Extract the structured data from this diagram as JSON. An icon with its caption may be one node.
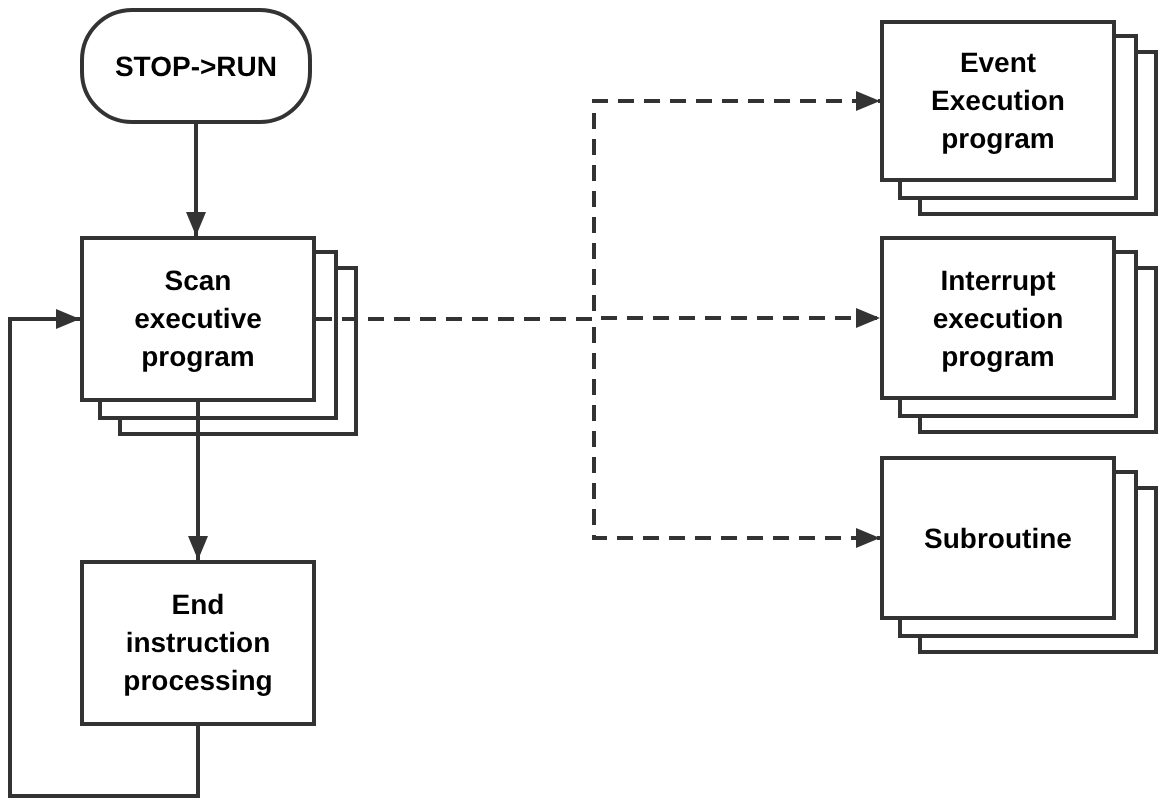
{
  "diagram": {
    "nodes": [
      {
        "text": [
          "STOP->RUN"
        ]
      },
      {
        "text": [
          "Scan executive program"
        ]
      },
      {
        "text": [
          "End instruction processing"
        ]
      },
      {
        "text": [
          "Event Execution program"
        ]
      },
      {
        "text": [
          "Interrupt execution program"
        ]
      },
      {
        "text": [
          "Subroutine"
        ]
      }
    ],
    "edges": [
      {
        "from": 0,
        "to": 1,
        "arrow": "to"
      },
      {
        "from": 1,
        "to": 2,
        "arrow": "to"
      },
      {
        "from": 2,
        "to": 1,
        "arrow": "to"
      },
      {
        "from": 1,
        "to": 3,
        "arrow": "to",
        "style": "dashed"
      },
      {
        "from": 1,
        "to": 4,
        "arrow": "to",
        "style": "dashed"
      },
      {
        "from": 1,
        "to": 5,
        "arrow": "to",
        "style": "dashed"
      }
    ]
  }
}
